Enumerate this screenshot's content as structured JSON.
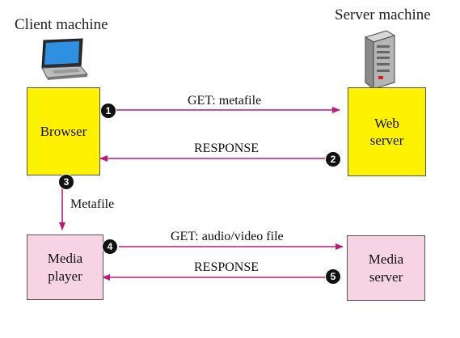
{
  "headers": {
    "client": "Client machine",
    "server": "Server machine"
  },
  "boxes": {
    "browser": "Browser",
    "web_server_line1": "Web",
    "web_server_line2": "server",
    "media_player_line1": "Media",
    "media_player_line2": "player",
    "media_server_line1": "Media",
    "media_server_line2": "server"
  },
  "messages": {
    "get_metafile": "GET: metafile",
    "response1": "RESPONSE",
    "metafile": "Metafile",
    "get_media": "GET: audio/video file",
    "response2": "RESPONSE"
  },
  "steps": [
    "1",
    "2",
    "3",
    "4",
    "5"
  ],
  "colors": {
    "arrow": "#c2187a",
    "client_box": "#fff200",
    "media_box": "#f7d4e3"
  },
  "icons": {
    "client": "laptop-icon",
    "server": "server-tower-icon"
  }
}
